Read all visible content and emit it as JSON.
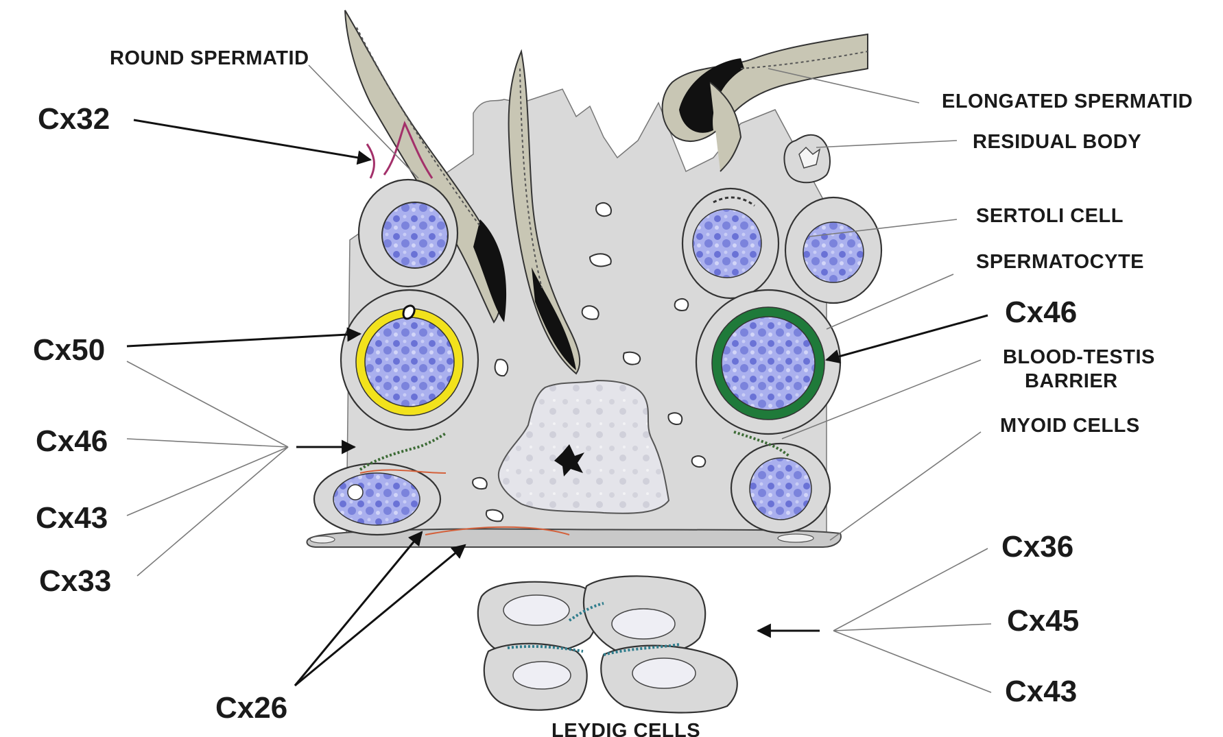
{
  "structure_labels": {
    "round_spermatid": "ROUND SPERMATID",
    "elongated_spermatid": "ELONGATED SPERMATID",
    "residual_body": "RESIDUAL BODY",
    "sertoli_cell": "SERTOLI CELL",
    "spermatocyte": "SPERMATOCYTE",
    "blood_testis_barrier_1": "BLOOD-TESTIS",
    "blood_testis_barrier_2": "BARRIER",
    "myoid_cells": "MYOID CELLS",
    "leydig_cells": "LEYDIG CELLS"
  },
  "connexin_labels": {
    "cx32": "Cx32",
    "cx50": "Cx50",
    "cx46_left": "Cx46",
    "cx43_left": "Cx43",
    "cx33": "Cx33",
    "cx26": "Cx26",
    "cx46_right": "Cx46",
    "cx36": "Cx36",
    "cx45": "Cx45",
    "cx43_right": "Cx43"
  },
  "colors": {
    "tissue": "#d9d9d9",
    "nucleus": "#7f86dc",
    "cx50_ring": "#f2e21c",
    "cx46_ring": "#1f7a3a",
    "cx32_membrane": "#a3306a",
    "cx26_junction": "#d4603a"
  }
}
